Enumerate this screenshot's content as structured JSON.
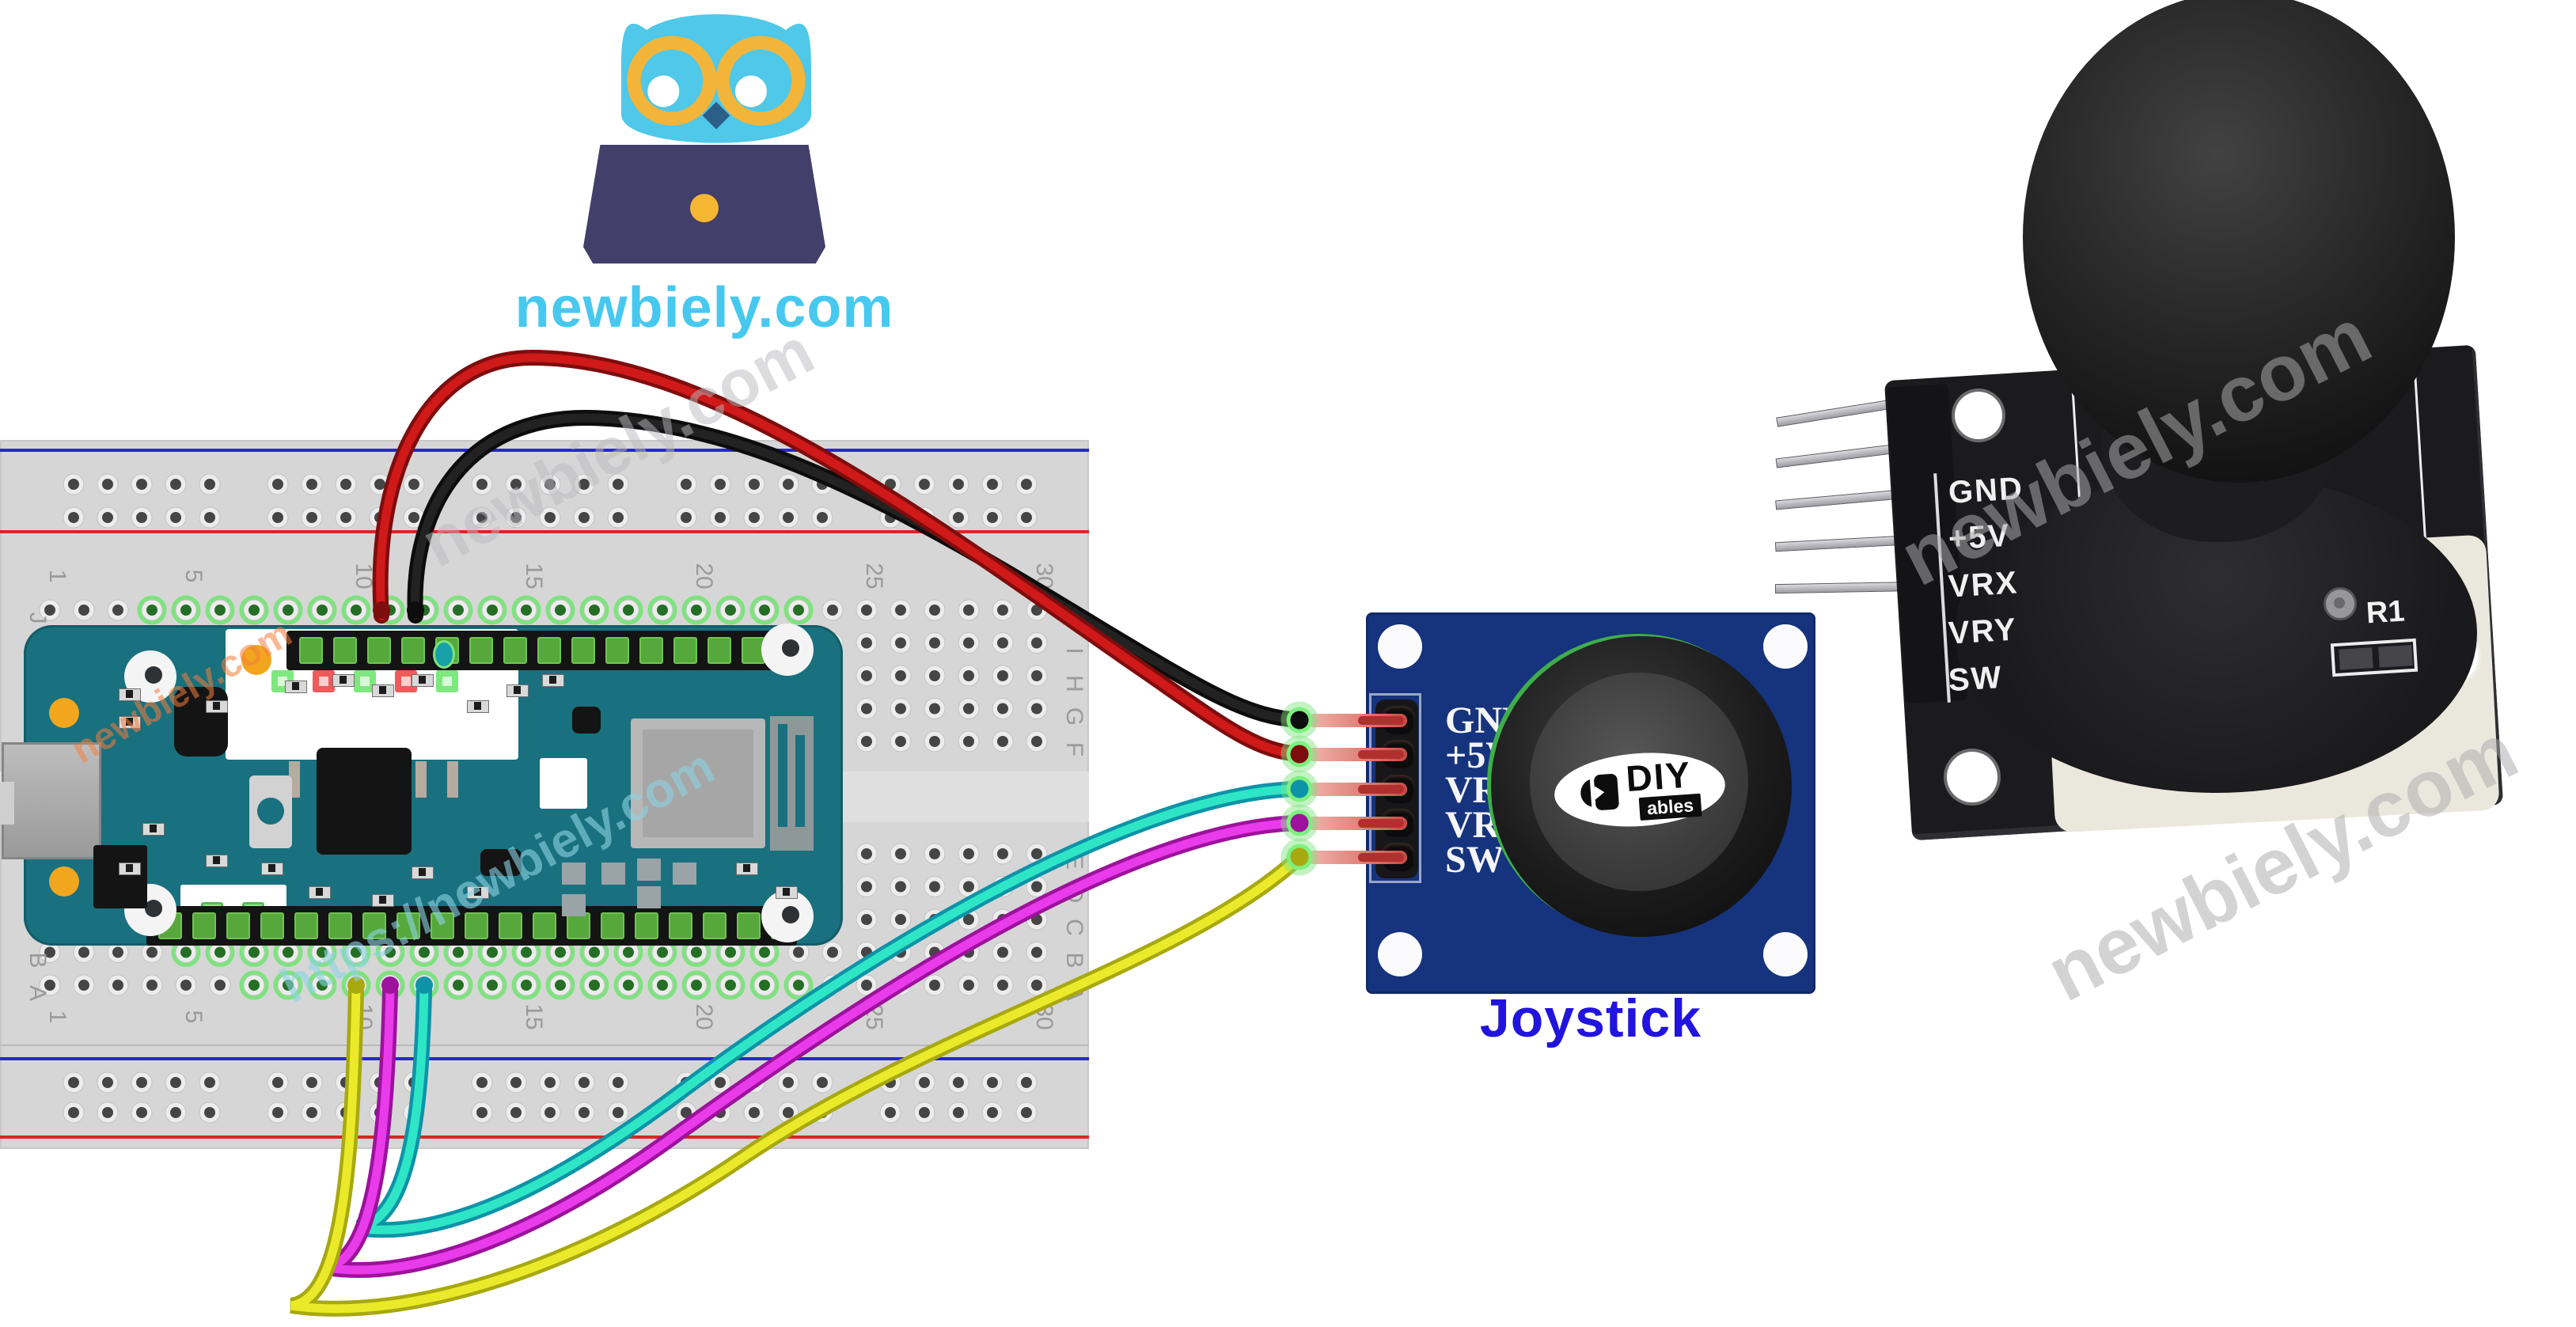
{
  "logo": {
    "text": "newbiely.com",
    "color": "#47c8ef"
  },
  "watermark": {
    "text": "newbiely.com",
    "url_text": "https://newbiely.com"
  },
  "breadboard": {
    "row_letters": [
      "J",
      "I",
      "H",
      "G",
      "F",
      "E",
      "D",
      "C",
      "B",
      "A"
    ],
    "column_numbers": [
      "1",
      "5",
      "10",
      "15",
      "20",
      "25",
      "30"
    ],
    "rail_blue": "#2626d8",
    "rail_red": "#d82626",
    "body_color": "#d6d6d6"
  },
  "arduino": {
    "board_color": "#19707e"
  },
  "module": {
    "board_color": "#16337d",
    "pins": [
      {
        "label": "GND"
      },
      {
        "label": "+5V"
      },
      {
        "label": "VRX"
      },
      {
        "label": "VRY"
      },
      {
        "label": "SW"
      }
    ],
    "brand": {
      "name": "DIY",
      "sub": "ables"
    },
    "caption": "Joystick",
    "caption_color": "#2114dd"
  },
  "photo": {
    "pin_labels": [
      "GND",
      "+5V",
      "VRX",
      "VRY",
      "SW"
    ],
    "part_label": "R1"
  },
  "wires": [
    {
      "name": "black-wire",
      "signal": "GND",
      "color": "#222222",
      "edge": "#0d0d0d"
    },
    {
      "name": "red-wire",
      "signal": "+5V",
      "color": "#d01919",
      "edge": "#7e0d0d"
    },
    {
      "name": "cyan-wire",
      "signal": "VRX",
      "color": "#2ee6c6",
      "edge": "#0d93a8"
    },
    {
      "name": "magenta-wire",
      "signal": "VRY",
      "color": "#e93bea",
      "edge": "#9c129c"
    },
    {
      "name": "yellow-wire",
      "signal": "SW",
      "color": "#eaea2a",
      "edge": "#a8a810"
    }
  ]
}
